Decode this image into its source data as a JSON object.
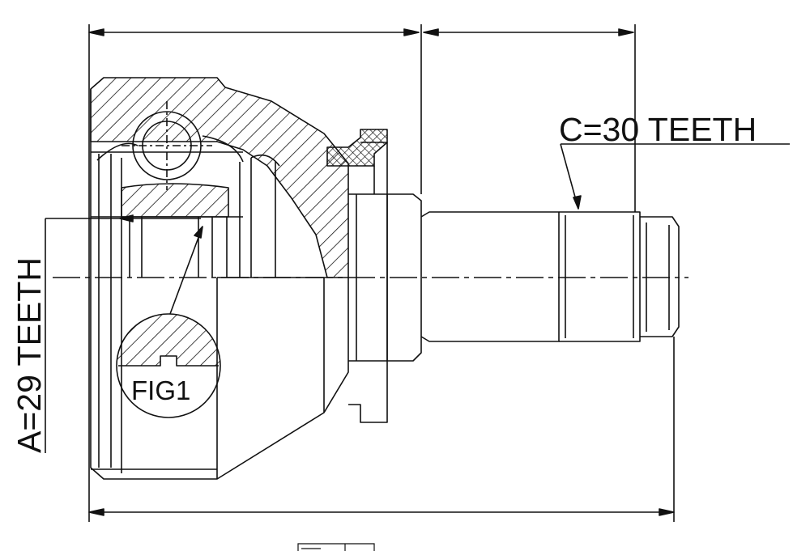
{
  "labels": {
    "spline_c": "C=30 TEETH",
    "spline_a": "A=29 TEETH",
    "figure_ref": "FIG1"
  },
  "colors": {
    "line": "#111111",
    "background": "#ffffff"
  }
}
